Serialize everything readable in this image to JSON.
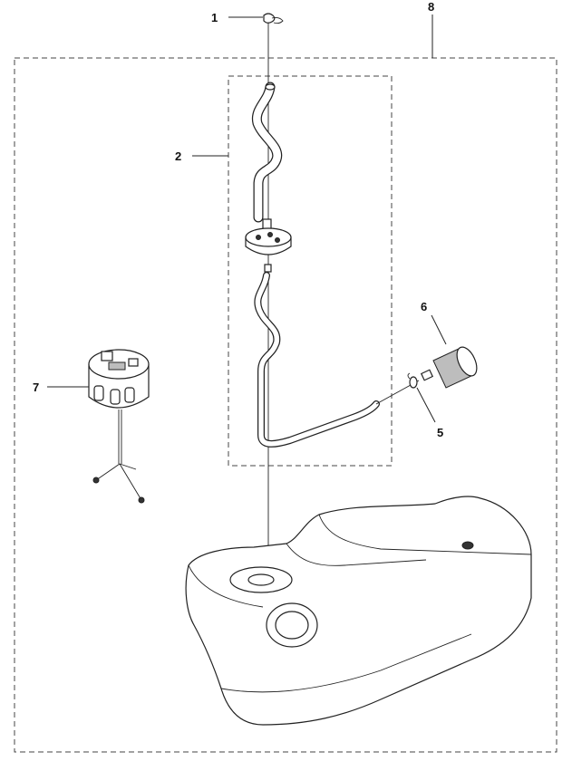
{
  "callouts": {
    "c1": "1",
    "c2": "2",
    "c5": "5",
    "c6": "6",
    "c7": "7",
    "c8": "8"
  },
  "parts": [
    {
      "ref": "1",
      "name": "clamp-icon"
    },
    {
      "ref": "2",
      "name": "fuel-hose-assembly-icon"
    },
    {
      "ref": "5",
      "name": "hose-clip-icon"
    },
    {
      "ref": "6",
      "name": "fuel-filter-icon"
    },
    {
      "ref": "7",
      "name": "fuel-cap-icon"
    },
    {
      "ref": "8",
      "name": "fuel-tank-icon"
    }
  ]
}
